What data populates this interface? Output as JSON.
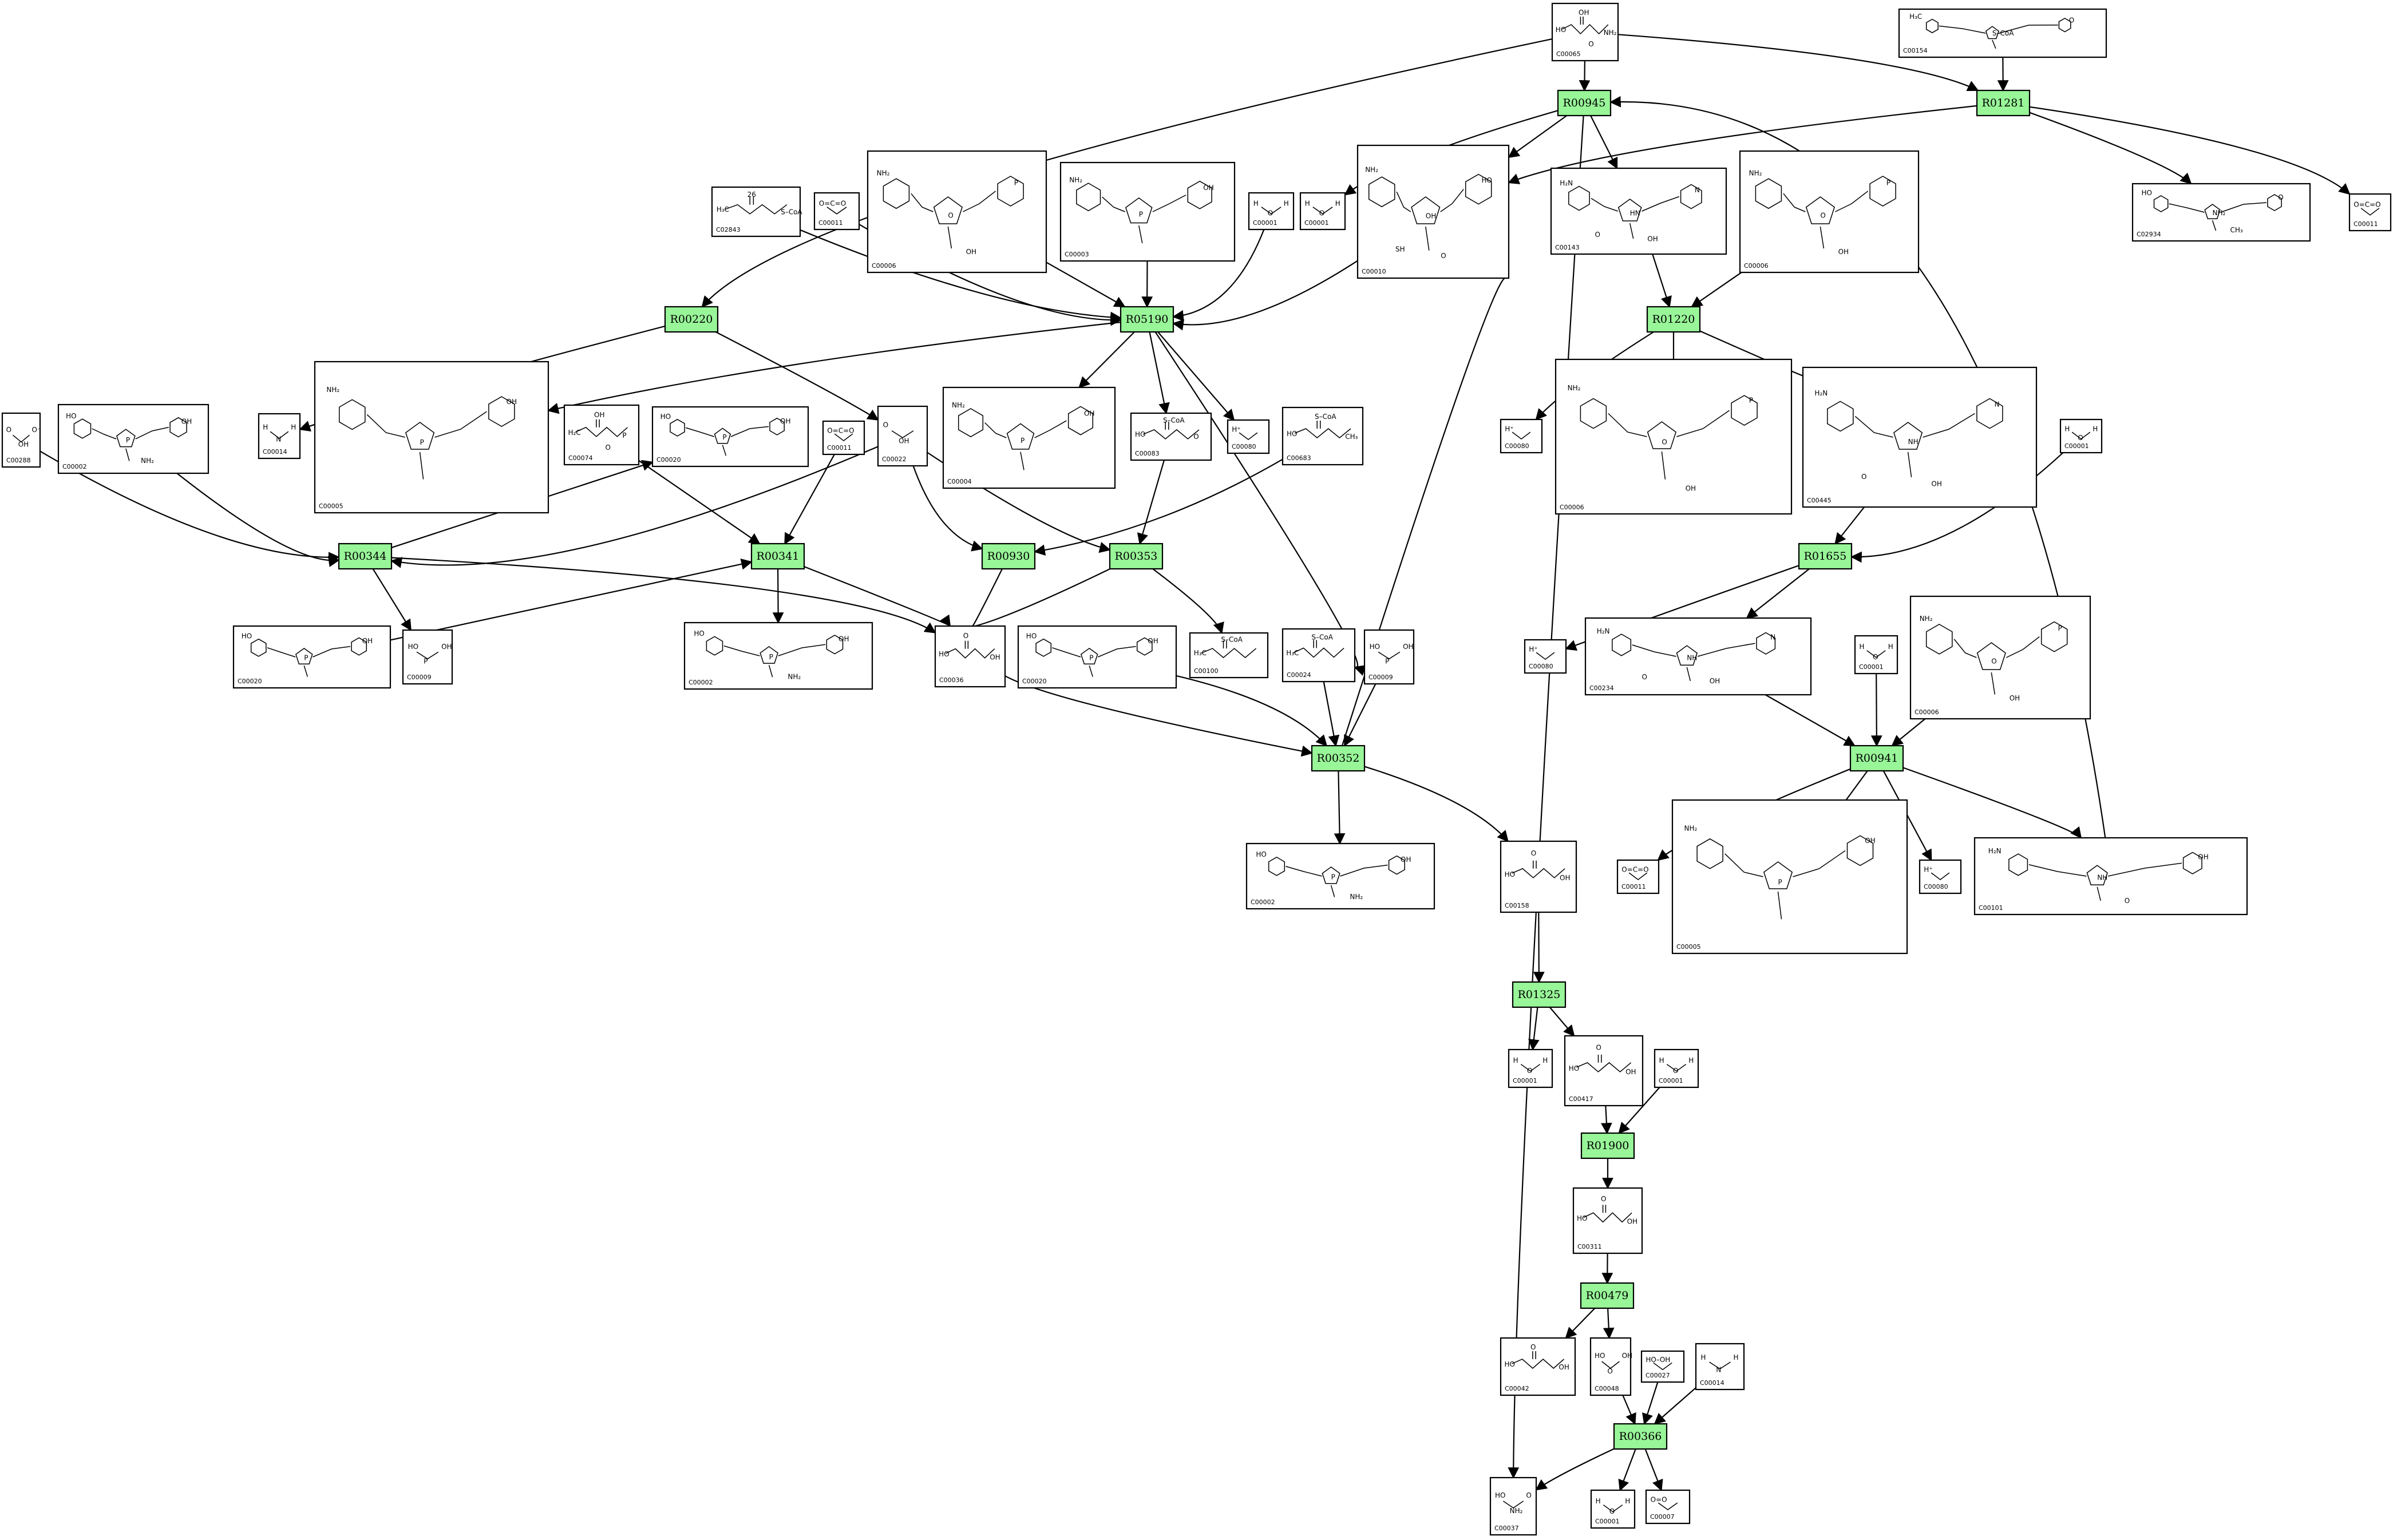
{
  "diagram": {
    "type": "metabolic-pathway-graph",
    "reaction_color": "#98f598",
    "compound_border_color": "#000000",
    "edge_color": "#000000"
  },
  "reactions": [
    {
      "id": "R00945",
      "label": "R00945"
    },
    {
      "id": "R01281",
      "label": "R01281"
    },
    {
      "id": "R00220",
      "label": "R00220"
    },
    {
      "id": "R05190",
      "label": "R05190"
    },
    {
      "id": "R01220",
      "label": "R01220"
    },
    {
      "id": "R00344",
      "label": "R00344"
    },
    {
      "id": "R00341",
      "label": "R00341"
    },
    {
      "id": "R00930",
      "label": "R00930"
    },
    {
      "id": "R00353",
      "label": "R00353"
    },
    {
      "id": "R01655",
      "label": "R01655"
    },
    {
      "id": "R00352",
      "label": "R00352"
    },
    {
      "id": "R00941",
      "label": "R00941"
    },
    {
      "id": "R01325",
      "label": "R01325"
    },
    {
      "id": "R01900",
      "label": "R01900"
    },
    {
      "id": "R00479",
      "label": "R00479"
    },
    {
      "id": "R00366",
      "label": "R00366"
    }
  ],
  "compounds": [
    {
      "key": "c065",
      "label": "C00065",
      "atoms": [
        "HO",
        "OH",
        "NH₂",
        "O"
      ]
    },
    {
      "key": "c154",
      "label": "C00154",
      "atoms": [
        "H₃C",
        "S–CoA",
        "O"
      ]
    },
    {
      "key": "c2843",
      "label": "C02843",
      "atoms": [
        "H₃C",
        "26",
        "S–CoA"
      ]
    },
    {
      "key": "c011a",
      "label": "C00011",
      "atoms": [
        "O=C=O"
      ]
    },
    {
      "key": "c006a",
      "label": "C00006",
      "atoms": [
        "NH₂",
        "O",
        "P",
        "OH"
      ]
    },
    {
      "key": "c003a",
      "label": "C00003",
      "atoms": [
        "NH₂",
        "P",
        "OH"
      ]
    },
    {
      "key": "c001a",
      "label": "C00001",
      "atoms": [
        "H",
        "O",
        "H"
      ]
    },
    {
      "key": "c001b",
      "label": "C00001",
      "atoms": [
        "H",
        "O",
        "H"
      ]
    },
    {
      "key": "c010",
      "label": "C00010",
      "atoms": [
        "NH₂",
        "OH",
        "HO",
        "O",
        "SH"
      ]
    },
    {
      "key": "c143",
      "label": "C00143",
      "atoms": [
        "H₂N",
        "HN",
        "N",
        "OH",
        "O"
      ]
    },
    {
      "key": "c006b",
      "label": "C00006",
      "atoms": [
        "NH₂",
        "O",
        "P",
        "OH"
      ]
    },
    {
      "key": "c2934",
      "label": "C02934",
      "atoms": [
        "HO",
        "NH₂",
        "O",
        "CH₃"
      ]
    },
    {
      "key": "c011b",
      "label": "C00011",
      "atoms": [
        "O=C=O"
      ]
    },
    {
      "key": "c288",
      "label": "C00288",
      "atoms": [
        "O",
        "OH",
        "O⁻"
      ]
    },
    {
      "key": "c002a",
      "label": "C00002",
      "atoms": [
        "HO",
        "P",
        "OH",
        "NH₂"
      ]
    },
    {
      "key": "c005",
      "label": "C00005",
      "atoms": [
        "NH₂",
        "P",
        "OH"
      ]
    },
    {
      "key": "c014a",
      "label": "C00014",
      "atoms": [
        "H",
        "N",
        "H"
      ]
    },
    {
      "key": "c074",
      "label": "C00074",
      "atoms": [
        "H₂C",
        "OH",
        "P",
        "O"
      ]
    },
    {
      "key": "c020a",
      "label": "C00020",
      "atoms": [
        "HO",
        "P",
        "OH"
      ]
    },
    {
      "key": "c011c",
      "label": "C00011",
      "atoms": [
        "O=C=O"
      ]
    },
    {
      "key": "c022",
      "label": "C00022",
      "atoms": [
        "O",
        "OH"
      ]
    },
    {
      "key": "c004",
      "label": "C00004",
      "atoms": [
        "NH₂",
        "P",
        "OH"
      ]
    },
    {
      "key": "c083",
      "label": "C00083",
      "atoms": [
        "HO",
        "S–CoA",
        "O"
      ]
    },
    {
      "key": "c080a",
      "label": "C00080",
      "atoms": [
        "H⁺"
      ]
    },
    {
      "key": "c683",
      "label": "C00683",
      "atoms": [
        "HO",
        "S–CoA",
        "CH₃"
      ]
    },
    {
      "key": "c006c",
      "label": "C00006",
      "atoms": [
        "NH₂",
        "O",
        "P",
        "OH"
      ]
    },
    {
      "key": "c080b",
      "label": "C00080",
      "atoms": [
        "H⁺"
      ]
    },
    {
      "key": "c445",
      "label": "C00445",
      "atoms": [
        "H₂N",
        "NH",
        "N",
        "OH",
        "O"
      ]
    },
    {
      "key": "c001c",
      "label": "C00001",
      "atoms": [
        "H",
        "O",
        "H"
      ]
    },
    {
      "key": "c020b",
      "label": "C00020",
      "atoms": [
        "HO",
        "P",
        "OH"
      ]
    },
    {
      "key": "c009a",
      "label": "C00009",
      "atoms": [
        "HO",
        "P",
        "OH"
      ]
    },
    {
      "key": "c002b",
      "label": "C00002",
      "atoms": [
        "HO",
        "P",
        "OH",
        "NH₂"
      ]
    },
    {
      "key": "c036",
      "label": "C00036",
      "atoms": [
        "HO",
        "O",
        "OH"
      ]
    },
    {
      "key": "c020c",
      "label": "C00020",
      "atoms": [
        "HO",
        "P",
        "OH"
      ]
    },
    {
      "key": "c100",
      "label": "C00100",
      "atoms": [
        "H₃C",
        "S–CoA"
      ]
    },
    {
      "key": "c024",
      "label": "C00024",
      "atoms": [
        "H₃C",
        "S–CoA"
      ]
    },
    {
      "key": "c009b",
      "label": "C00009",
      "atoms": [
        "HO",
        "P",
        "OH"
      ]
    },
    {
      "key": "c080c",
      "label": "C00080",
      "atoms": [
        "H⁺"
      ]
    },
    {
      "key": "c234",
      "label": "C00234",
      "atoms": [
        "H₂N",
        "NH",
        "N",
        "OH",
        "O"
      ]
    },
    {
      "key": "c001d",
      "label": "C00001",
      "atoms": [
        "H",
        "O",
        "H"
      ]
    },
    {
      "key": "c006d",
      "label": "C00006",
      "atoms": [
        "NH₂",
        "O",
        "P",
        "OH"
      ]
    },
    {
      "key": "c002c",
      "label": "C00002",
      "atoms": [
        "HO",
        "P",
        "OH",
        "NH₂"
      ]
    },
    {
      "key": "c158",
      "label": "C00158",
      "atoms": [
        "HO",
        "O",
        "OH"
      ]
    },
    {
      "key": "c011d",
      "label": "C00011",
      "atoms": [
        "O=C=O"
      ]
    },
    {
      "key": "c005b",
      "label": "C00005",
      "atoms": [
        "NH₂",
        "P",
        "OH"
      ]
    },
    {
      "key": "c080d",
      "label": "C00080",
      "atoms": [
        "H⁺"
      ]
    },
    {
      "key": "c101",
      "label": "C00101",
      "atoms": [
        "H₂N",
        "NH",
        "OH",
        "O"
      ]
    },
    {
      "key": "c001e",
      "label": "C00001",
      "atoms": [
        "H",
        "O",
        "H"
      ]
    },
    {
      "key": "c417",
      "label": "C00417",
      "atoms": [
        "HO",
        "O",
        "OH"
      ]
    },
    {
      "key": "c001f",
      "label": "C00001",
      "atoms": [
        "H",
        "O",
        "H"
      ]
    },
    {
      "key": "c311",
      "label": "C00311",
      "atoms": [
        "HO",
        "O",
        "OH"
      ]
    },
    {
      "key": "c042",
      "label": "C00042",
      "atoms": [
        "HO",
        "O",
        "OH"
      ]
    },
    {
      "key": "c048",
      "label": "C00048",
      "atoms": [
        "HO",
        "O",
        "OH"
      ]
    },
    {
      "key": "c027",
      "label": "C00027",
      "atoms": [
        "HO–OH"
      ]
    },
    {
      "key": "c014b",
      "label": "C00014",
      "atoms": [
        "H",
        "N",
        "H"
      ]
    },
    {
      "key": "c037",
      "label": "C00037",
      "atoms": [
        "HO",
        "NH₂",
        "O"
      ]
    },
    {
      "key": "c001g",
      "label": "C00001",
      "atoms": [
        "H",
        "O",
        "H"
      ]
    },
    {
      "key": "c007",
      "label": "C00007",
      "atoms": [
        "O=O"
      ]
    }
  ],
  "edges": [
    [
      "c065",
      "R00945"
    ],
    [
      "c065",
      "R01281"
    ],
    [
      "c065",
      "R00220"
    ],
    [
      "c154",
      "R01281"
    ],
    [
      "R00945",
      "c001b"
    ],
    [
      "R00945",
      "c010"
    ],
    [
      "R00945",
      "c143"
    ],
    [
      "R00945",
      "c037"
    ],
    [
      "R01281",
      "c010"
    ],
    [
      "R01281",
      "c2934"
    ],
    [
      "R01281",
      "c011b"
    ],
    [
      "c2843",
      "R05190"
    ],
    [
      "c011a",
      "R05190"
    ],
    [
      "c006a",
      "R05190"
    ],
    [
      "c003a",
      "R05190"
    ],
    [
      "c001a",
      "R05190"
    ],
    [
      "c010",
      "R05190"
    ],
    [
      "R00220",
      "c014a"
    ],
    [
      "R00220",
      "c022"
    ],
    [
      "R05190",
      "c005"
    ],
    [
      "R05190",
      "c004"
    ],
    [
      "R05190",
      "c083"
    ],
    [
      "R05190",
      "c080a"
    ],
    [
      "R05190",
      "c024"
    ],
    [
      "c143",
      "R01220"
    ],
    [
      "c006b",
      "R01220"
    ],
    [
      "R01220",
      "c080b"
    ],
    [
      "R01220",
      "c006c"
    ],
    [
      "R01220",
      "c445"
    ],
    [
      "c288",
      "R00344"
    ],
    [
      "c002a",
      "R00344"
    ],
    [
      "c022",
      "R00344"
    ],
    [
      "R00344",
      "c020a"
    ],
    [
      "R00344",
      "c009a"
    ],
    [
      "R00344",
      "c036"
    ],
    [
      "c074",
      "R00341"
    ],
    [
      "c020b",
      "R00341"
    ],
    [
      "c011c",
      "R00341"
    ],
    [
      "R00341",
      "c002b"
    ],
    [
      "R00341",
      "c036"
    ],
    [
      "c022",
      "R00930"
    ],
    [
      "c683",
      "R00930"
    ],
    [
      "R00930",
      "c036"
    ],
    [
      "c022",
      "R00353"
    ],
    [
      "c083",
      "R00353"
    ],
    [
      "R00353",
      "c036"
    ],
    [
      "R00353",
      "c100"
    ],
    [
      "c445",
      "R01655"
    ],
    [
      "c001c",
      "R01655"
    ],
    [
      "R01655",
      "c080c"
    ],
    [
      "R01655",
      "c234"
    ],
    [
      "c036",
      "R00352"
    ],
    [
      "c020c",
      "R00352"
    ],
    [
      "c024",
      "R00352"
    ],
    [
      "c009b",
      "R00352"
    ],
    [
      "R00352",
      "c002c"
    ],
    [
      "R00352",
      "c158"
    ],
    [
      "R00352",
      "c010"
    ],
    [
      "c234",
      "R00941"
    ],
    [
      "c001d",
      "R00941"
    ],
    [
      "c006d",
      "R00941"
    ],
    [
      "R00941",
      "c011d"
    ],
    [
      "R00941",
      "c005b"
    ],
    [
      "R00941",
      "c080d"
    ],
    [
      "R00941",
      "c101"
    ],
    [
      "c101",
      "R00945"
    ],
    [
      "c158",
      "R01325"
    ],
    [
      "R01325",
      "c001e"
    ],
    [
      "R01325",
      "c417"
    ],
    [
      "c417",
      "R01900"
    ],
    [
      "c001f",
      "R01900"
    ],
    [
      "R01900",
      "c311"
    ],
    [
      "c311",
      "R00479"
    ],
    [
      "R00479",
      "c042"
    ],
    [
      "R00479",
      "c048"
    ],
    [
      "c048",
      "R00366"
    ],
    [
      "c027",
      "R00366"
    ],
    [
      "c014b",
      "R00366"
    ],
    [
      "R00366",
      "c037"
    ],
    [
      "R00366",
      "c001g"
    ],
    [
      "R00366",
      "c007"
    ]
  ]
}
